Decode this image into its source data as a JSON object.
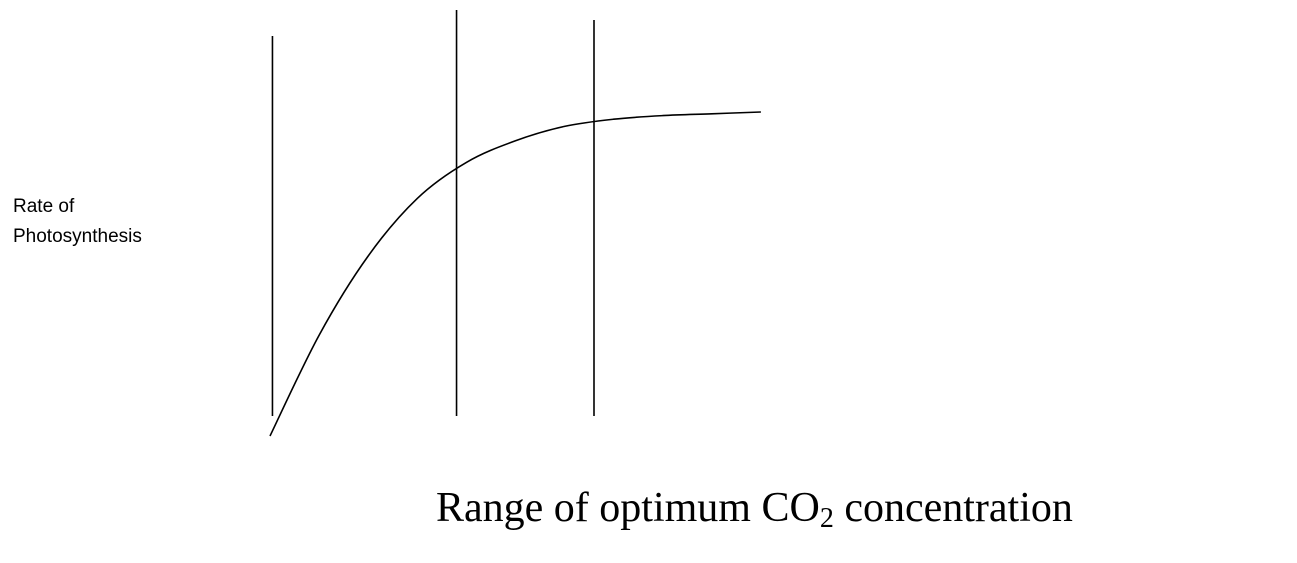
{
  "chart_data": {
    "type": "line",
    "title": "",
    "ylabel_lines": [
      "Rate of",
      "Photosynthesis"
    ],
    "xlabel": {
      "prefix": "Range of optimum CO",
      "subscript": "2",
      "suffix": " concentration"
    },
    "x": [
      0,
      1,
      2,
      3,
      4,
      5,
      6,
      7,
      8,
      9,
      10
    ],
    "series": [
      {
        "values": [
          0,
          2.8,
          5.0,
          6.6,
          7.6,
          8.2,
          8.6,
          8.8,
          8.9,
          8.95,
          9.0
        ]
      }
    ],
    "vertical_lines": [
      0.05,
      3.8,
      6.6
    ],
    "xlim": [
      0,
      11
    ],
    "ylim": [
      0,
      10
    ],
    "grid": false,
    "axis_ticks": false,
    "line_color": "#000000"
  }
}
